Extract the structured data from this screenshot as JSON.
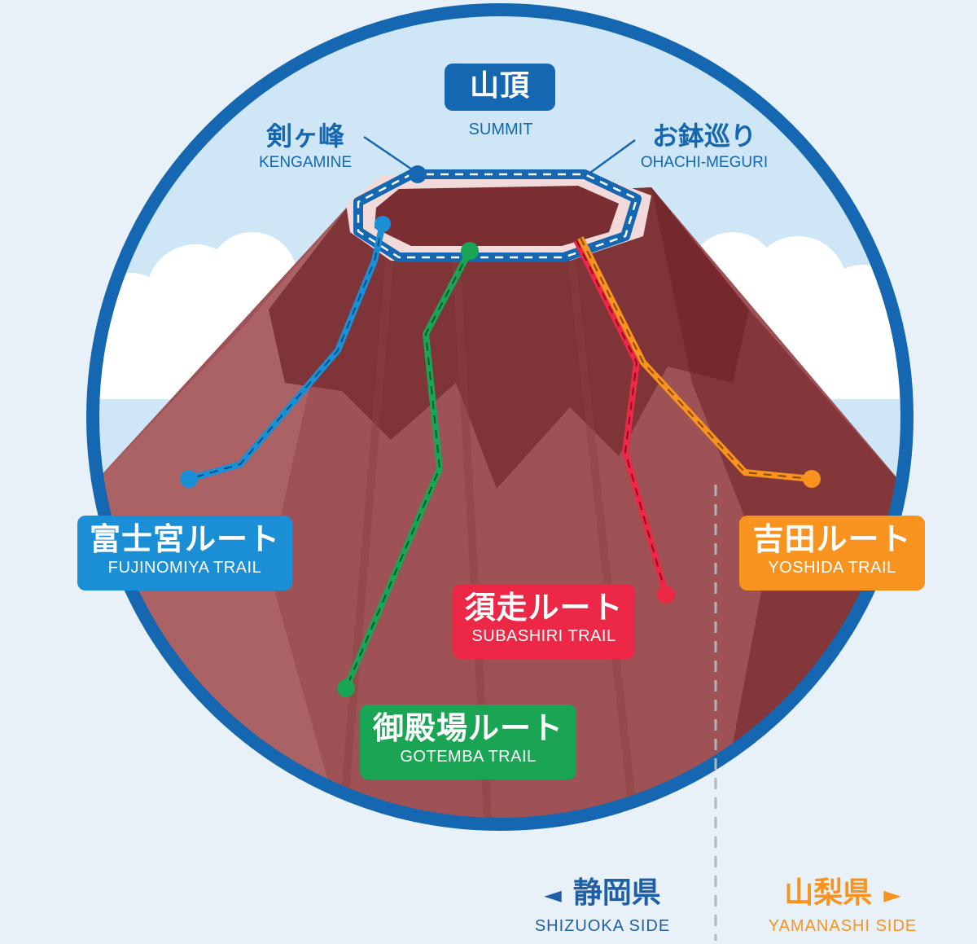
{
  "summit": {
    "ja": "山頂",
    "en": "SUMMIT"
  },
  "kengamine": {
    "ja": "剣ヶ峰",
    "en": "KENGAMINE"
  },
  "ohachi": {
    "ja": "お鉢巡り",
    "en": "OHACHI-MEGURI"
  },
  "trails": {
    "fujinomiya": {
      "ja": "富士宮ルート",
      "en": "FUJINOMIYA TRAIL",
      "color": "#1a8fd6"
    },
    "yoshida": {
      "ja": "吉田ルート",
      "en": "YOSHIDA TRAIL",
      "color": "#f7931e"
    },
    "subashiri": {
      "ja": "須走ルート",
      "en": "SUBASHIRI TRAIL",
      "color": "#ec2846"
    },
    "gotemba": {
      "ja": "御殿場ルート",
      "en": "GOTEMBA TRAIL",
      "color": "#1aa554"
    }
  },
  "prefectures": {
    "shizuoka": {
      "arrow": "◄",
      "ja": "静岡県",
      "en": "SHIZUOKA SIDE",
      "color": "#1f5fa8"
    },
    "yamanashi": {
      "arrow": "►",
      "ja": "山梨県",
      "en": "YAMANASHI SIDE",
      "color": "#f7931e"
    }
  },
  "colors": {
    "ring": "#1467b0",
    "sky": "#cfe6f6",
    "mountain": "#9e5255",
    "crater": "#7a2e31",
    "summit_label": "#1467b0"
  }
}
